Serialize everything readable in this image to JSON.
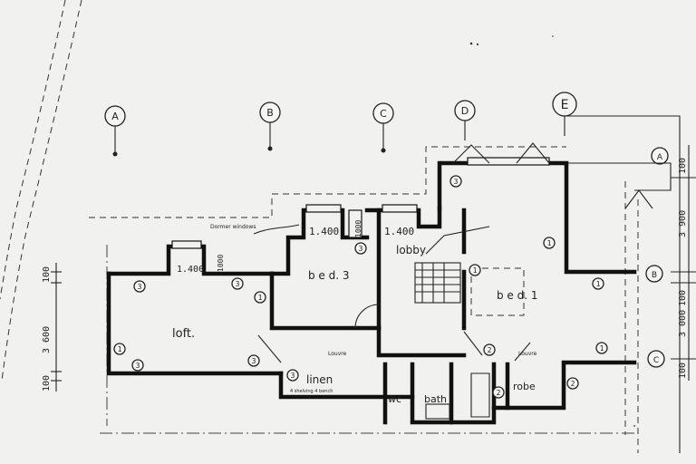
{
  "grid_markers": {
    "cols": [
      "A",
      "B",
      "C",
      "D",
      "E"
    ],
    "rows": [
      "A",
      "B",
      "C"
    ]
  },
  "dimensions": {
    "left": [
      "100",
      "3 600",
      "100"
    ],
    "right": [
      "100",
      "3 900",
      "100",
      "3 000",
      "100"
    ],
    "windows": [
      "1.400",
      "1.400",
      "1.400",
      "1000",
      "1000"
    ]
  },
  "rooms": {
    "loft": "loft.",
    "bed3": "b e d. 3",
    "lobby": "lobby",
    "bed1": "b e d. 1",
    "linen": "linen",
    "wc": "wc",
    "bath": "bath",
    "robe": "robe"
  },
  "notes": {
    "dormer": "Dormer windows",
    "louvre_1": "Louvre",
    "louvre_2": "Louvre",
    "shelving": "4 shelving  4 bench"
  },
  "detail_numbers": [
    "1",
    "2",
    "3"
  ],
  "colors": {
    "ink": "#111111",
    "paper": "#f1f1ef"
  }
}
